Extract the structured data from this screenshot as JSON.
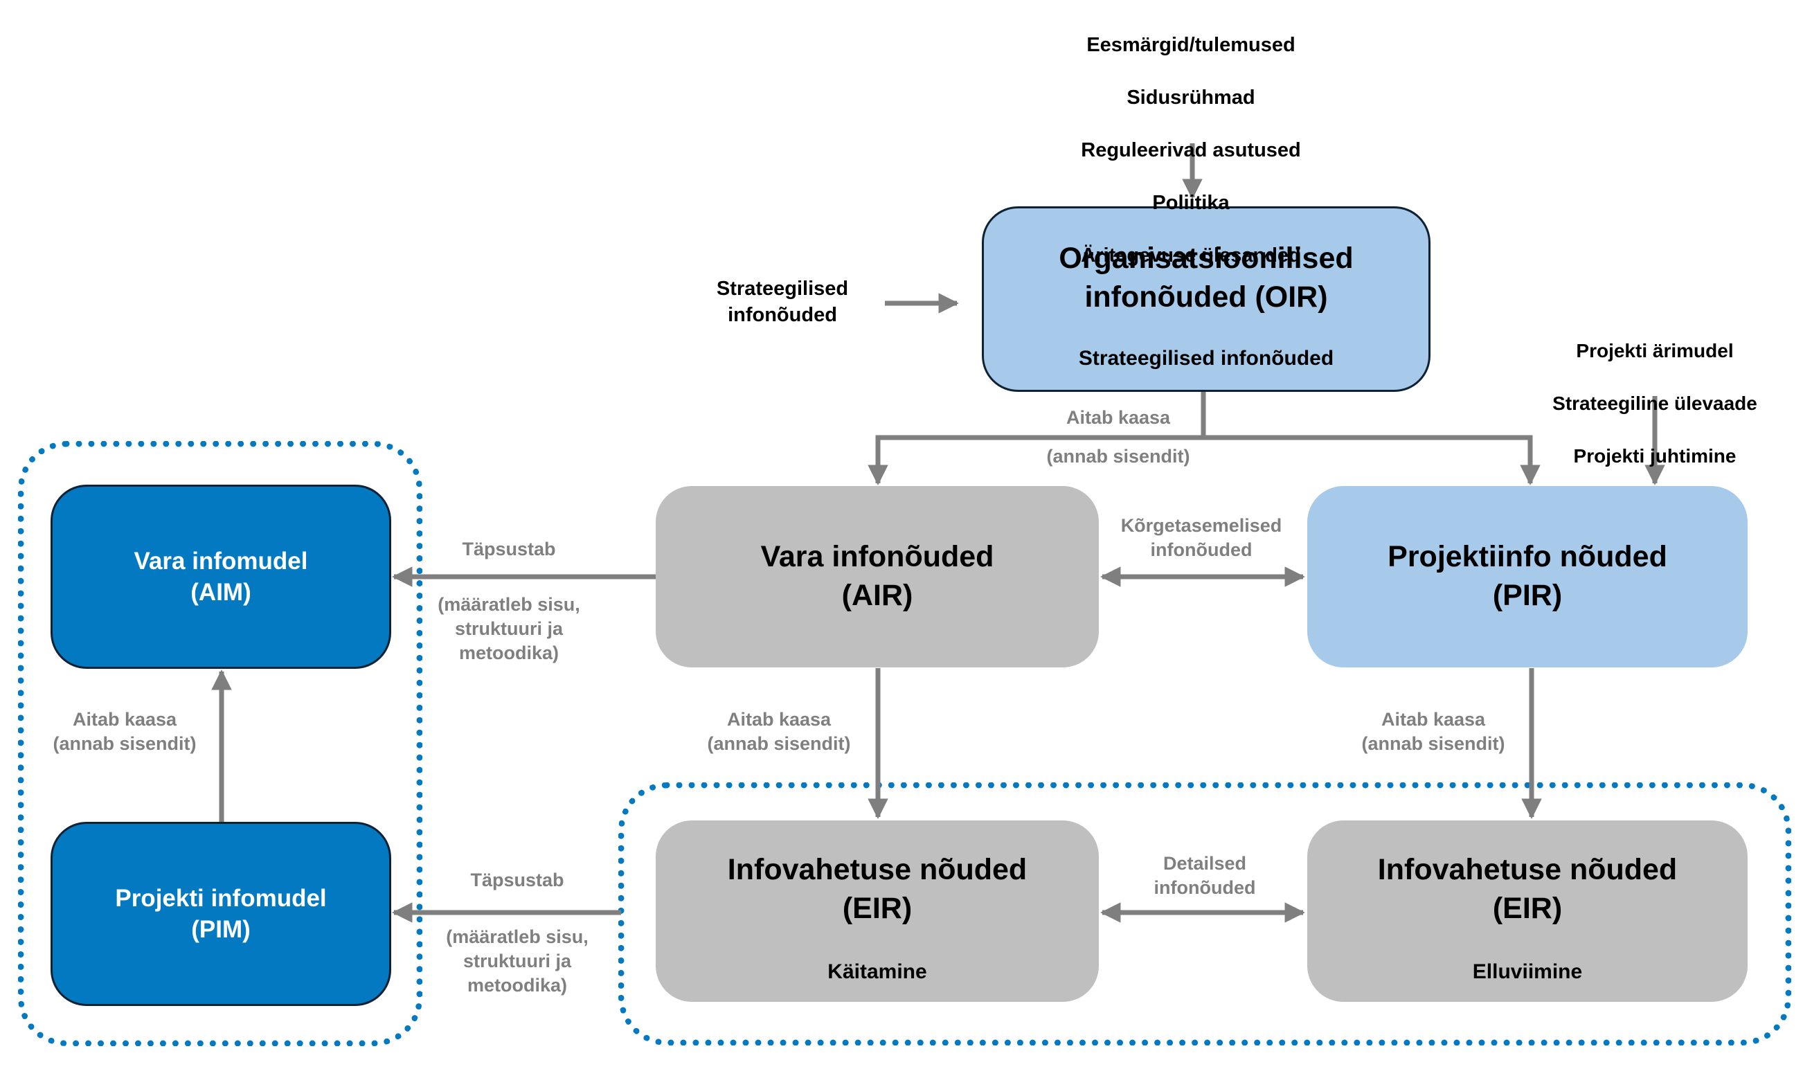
{
  "colors": {
    "model_blue": "#0279c1",
    "requirement_light_blue": "#a7caeb",
    "requirement_grey": "#bfbfbf",
    "arrow_grey": "#7f7f7f",
    "node_border": "#0e2233",
    "group_dotted": "#0279c1"
  },
  "nodes": {
    "oir": {
      "title": "Organisatsioonilised\ninfonõuded (OIR)",
      "subtitle": "Strateegilised infonõuded"
    },
    "air": {
      "title": "Vara infonõuded\n(AIR)"
    },
    "pir": {
      "title": "Projektiinfo nõuded\n(PIR)"
    },
    "aim": {
      "title": "Vara infomudel\n(AIM)"
    },
    "pim": {
      "title": "Projekti infomudel\n(PIM)"
    },
    "eir_operation": {
      "title": "Infovahetuse nõuded\n(EIR)",
      "subtitle": "Käitamine"
    },
    "eir_delivery": {
      "title": "Infovahetuse nõuded\n(EIR)",
      "subtitle": "Elluviimine"
    }
  },
  "inputs": {
    "oir_top": [
      "Eesmärgid/tulemused",
      "Sidusrühmad",
      "Reguleerivad asutused",
      "Poliitika",
      "Äritegevuse ülesanded"
    ],
    "oir_left": "Strateegilised\ninfonõuded",
    "pir_top": [
      "Projekti ärimudel",
      "Strateegiline ülevaade",
      "Projekti juhtimine"
    ]
  },
  "edges": {
    "oir_to_air_pir": {
      "label_top": "Aitab kaasa",
      "label_bottom": "(annab sisendit)"
    },
    "air_pir": {
      "label": "Kõrgetasemelised\ninfonõuded"
    },
    "air_to_aim": {
      "label_top": "Täpsustab",
      "label_bottom": "(määratleb sisu,\nstruktuuri ja\nmetoodika)"
    },
    "air_to_eir": {
      "label": "Aitab kaasa\n(annab sisendit)"
    },
    "pir_to_eir": {
      "label": "Aitab kaasa\n(annab sisendit)"
    },
    "pim_to_aim": {
      "label": "Aitab kaasa\n(annab sisendit)"
    },
    "eir_to_pim": {
      "label_top": "Täpsustab",
      "label_bottom": "(määratleb sisu,\nstruktuuri ja\nmetoodika)"
    },
    "eir_eir": {
      "label": "Detailsed\ninfonõuded"
    }
  }
}
